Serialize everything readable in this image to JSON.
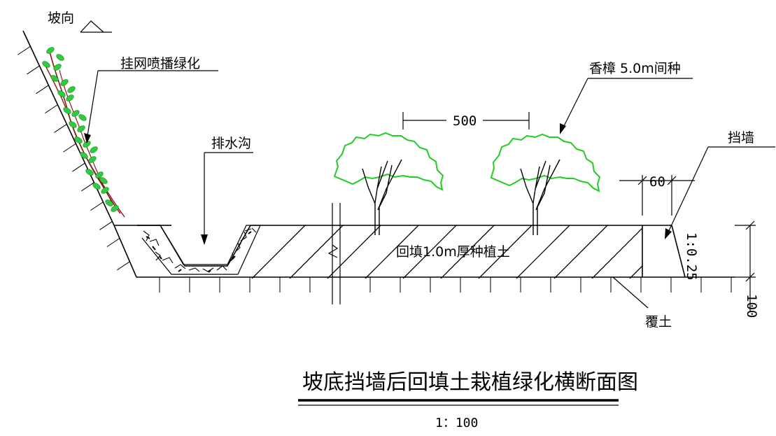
{
  "labels": {
    "slope_direction": "坡向",
    "mesh_spray": "挂网喷播绿化",
    "drain_ditch": "排水沟",
    "camphor": "香樟 5.0m间种",
    "retaining_wall": "挡墙",
    "backfill": "回填1.0m厚种植土",
    "cover_soil": "覆土"
  },
  "dimensions": {
    "tree_spacing": "500",
    "wall_top_width": "60",
    "wall_batter": "1:0.25",
    "wall_height": "100"
  },
  "title": "坡底挡墙后回填土栽植绿化横断面图",
  "scale": "1：100",
  "colors": {
    "line": "#000000",
    "tree_canopy": "#22cc22",
    "vine_stem": "#8b1a1a",
    "leaf": "#2ecc40"
  }
}
